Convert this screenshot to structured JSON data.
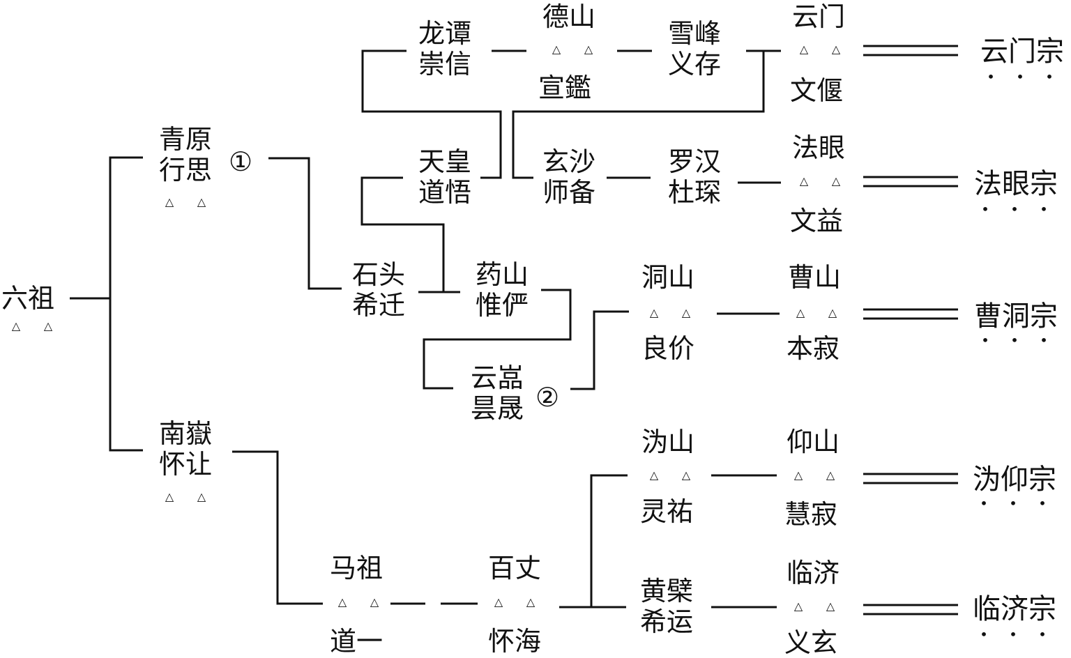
{
  "diagram": {
    "type": "lineage-tree",
    "root": {
      "name": "六祖",
      "mark": "△ △"
    },
    "annotations": {
      "one": "①",
      "two": "②"
    },
    "nodes": {
      "qingyuan": {
        "line1": "青原",
        "line2": "行思"
      },
      "nanyue": {
        "line1": "南嶽",
        "line2": "怀让"
      },
      "shitou": {
        "line1": "石头",
        "line2": "希迁"
      },
      "tianhuang": {
        "line1": "天皇",
        "line2": "道悟"
      },
      "longtan": {
        "line1": "龙谭",
        "line2": "崇信"
      },
      "deshan": {
        "line1": "德山",
        "line2": "宣鑑"
      },
      "xuefeng": {
        "line1": "雪峰",
        "line2": "义存"
      },
      "yunmen": {
        "line1": "云门",
        "line2": "文偃"
      },
      "xuansha": {
        "line1": "玄沙",
        "line2": "师备"
      },
      "luohan": {
        "line1": "罗汉",
        "line2": "杜琛"
      },
      "fayan": {
        "line1": "法眼",
        "line2": "文益"
      },
      "yaoshan": {
        "line1": "药山",
        "line2": "惟俨"
      },
      "yunyan": {
        "line1": "云嵓",
        "line2": "昙晟"
      },
      "dongshan": {
        "line1": "洞山",
        "line2": "良价"
      },
      "caoshan": {
        "line1": "曹山",
        "line2": "本寂"
      },
      "mazu": {
        "line1": "马祖",
        "line2": "道一"
      },
      "baizhang": {
        "line1": "百丈",
        "line2": "怀海"
      },
      "guishan": {
        "line1": "沩山",
        "line2": "灵祐"
      },
      "yangshan": {
        "line1": "仰山",
        "line2": "慧寂"
      },
      "huangbo": {
        "line1": "黄檗",
        "line2": "希运"
      },
      "linji": {
        "line1": "临济",
        "line2": "义玄"
      }
    },
    "schools": [
      {
        "name": "云门宗"
      },
      {
        "name": "法眼宗"
      },
      {
        "name": "曹洞宗"
      },
      {
        "name": "沩仰宗"
      },
      {
        "name": "临济宗"
      }
    ],
    "marks": {
      "triangle": "△",
      "dot": "•"
    }
  }
}
